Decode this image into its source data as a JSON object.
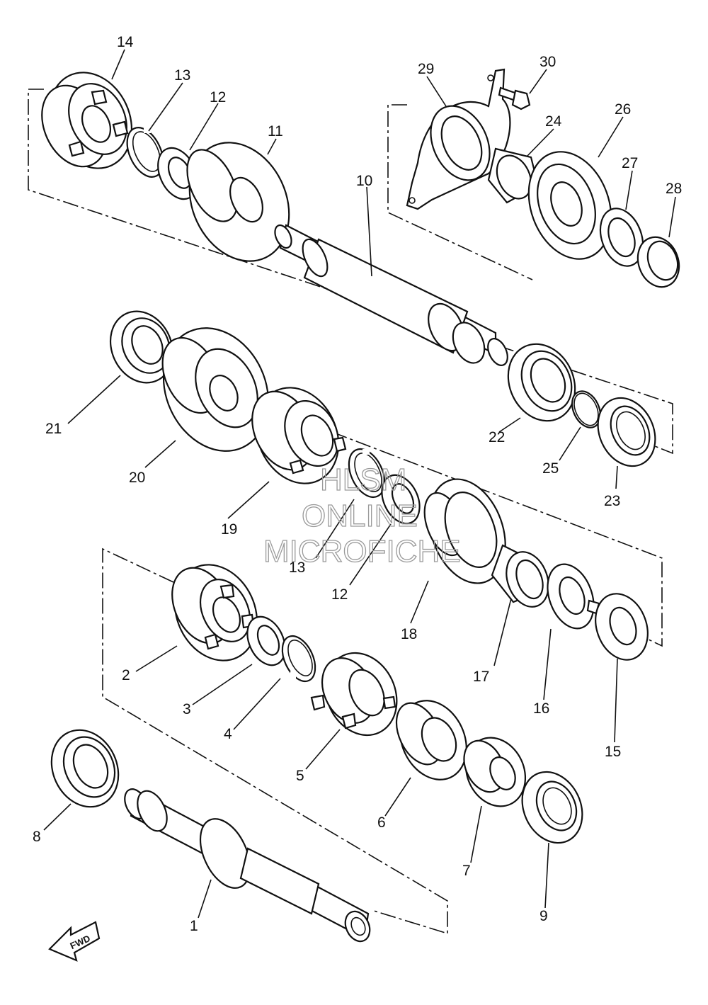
{
  "labels": {
    "p1": "1",
    "p2": "2",
    "p3": "3",
    "p4": "4",
    "p5": "5",
    "p6": "6",
    "p7": "7",
    "p8": "8",
    "p9": "9",
    "p10": "10",
    "p11": "11",
    "p12a": "12",
    "p12b": "12",
    "p13a": "13",
    "p13b": "13",
    "p14": "14",
    "p15": "15",
    "p16": "16",
    "p17": "17",
    "p18": "18",
    "p19": "19",
    "p20": "20",
    "p21": "21",
    "p22": "22",
    "p23": "23",
    "p24": "24",
    "p25": "25",
    "p26": "26",
    "p27": "27",
    "p28": "28",
    "p29": "29",
    "p30": "30"
  },
  "watermark": {
    "line1": "HLSM",
    "line2": "ONLINE",
    "line3": "MICROFICHE"
  },
  "fwd_arrow": {
    "text": "FWD"
  }
}
